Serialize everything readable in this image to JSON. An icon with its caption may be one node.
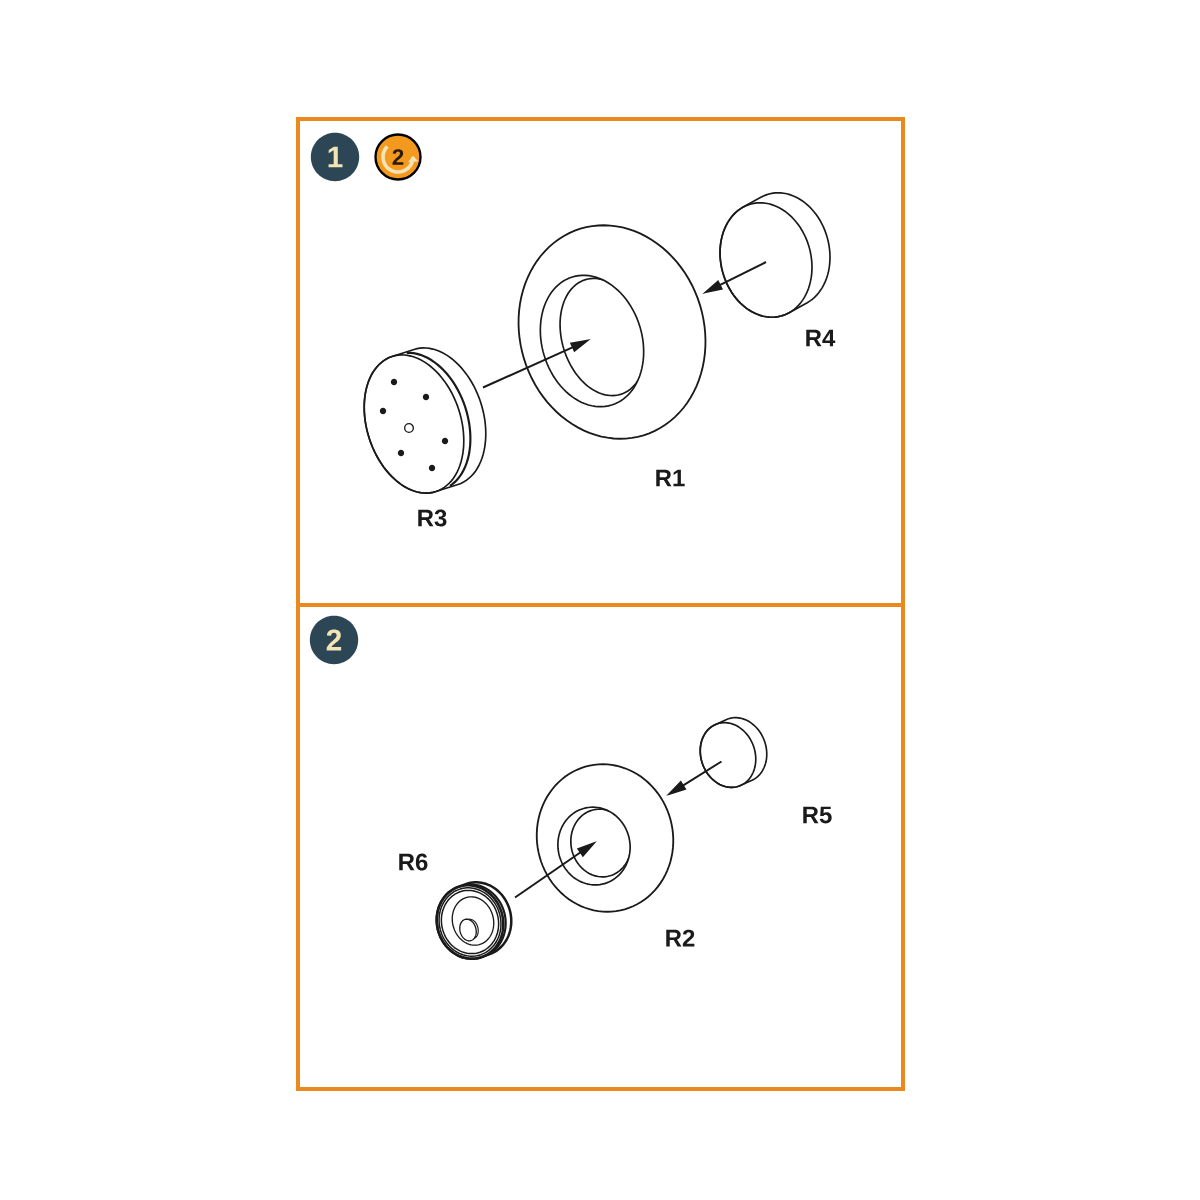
{
  "diagram": {
    "nodes": [
      {
        "text": [],
        "shape": "box"
      },
      {
        "text": [
          "1"
        ],
        "in": 0
      },
      {
        "text": [
          "2"
        ],
        "in": 0
      },
      {
        "text": [],
        "shape": "picture",
        "beside": [
          "R1"
        ],
        "in": 0
      },
      {
        "text": [],
        "shape": "picture",
        "beside": [
          "R3"
        ],
        "in": 0
      },
      {
        "text": [],
        "shape": "picture",
        "beside": [
          "R4"
        ],
        "in": 0
      },
      {
        "text": [],
        "shape": "box"
      },
      {
        "text": [
          "2"
        ],
        "in": 6
      },
      {
        "text": [],
        "shape": "picture",
        "beside": [
          "R2"
        ],
        "in": 6
      },
      {
        "text": [],
        "shape": "picture",
        "beside": [
          "R6"
        ],
        "in": 6
      },
      {
        "text": [],
        "shape": "picture",
        "beside": [
          "R5"
        ],
        "in": 6
      }
    ],
    "edges": [
      {
        "from": 4,
        "to": 3,
        "arrow": "to"
      },
      {
        "from": 5,
        "to": 3,
        "arrow": "to"
      },
      {
        "from": 9,
        "to": 8,
        "arrow": "to"
      },
      {
        "from": 10,
        "to": 8,
        "arrow": "to"
      }
    ]
  }
}
